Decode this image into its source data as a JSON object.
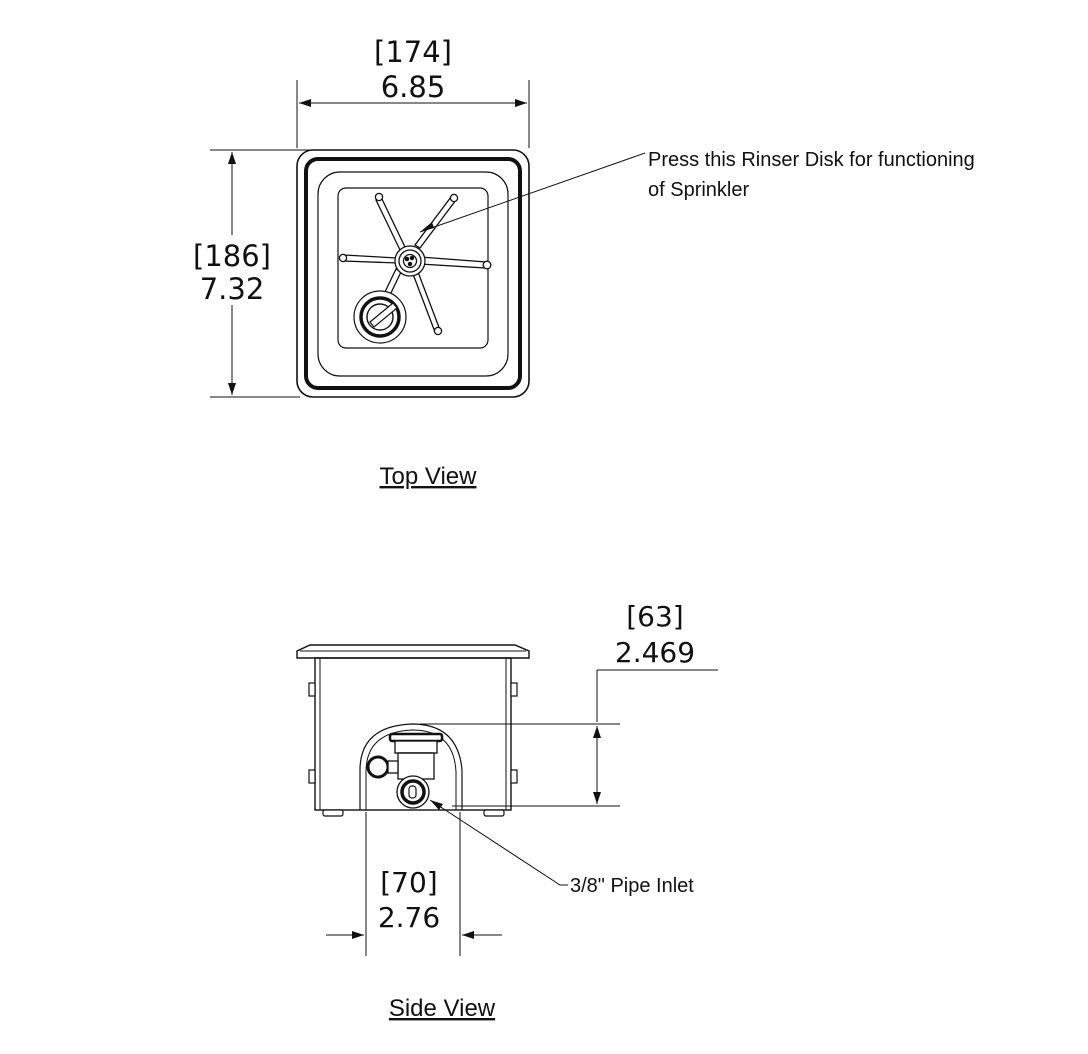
{
  "top_view": {
    "title": "Top View",
    "width_mm": "[174]",
    "width_in": "6.85",
    "height_mm": "[186]",
    "height_in": "7.32",
    "callout": {
      "line1": "Press this Rinser Disk for functioning",
      "line2": "of Sprinkler"
    }
  },
  "side_view": {
    "title": "Side View",
    "height_mm": "[63]",
    "height_in": "2.469",
    "inlet_mm": "[70]",
    "inlet_in": "2.76",
    "callout": "3/8\" Pipe Inlet"
  },
  "colors": {
    "line": "#111111",
    "background": "#ffffff"
  }
}
